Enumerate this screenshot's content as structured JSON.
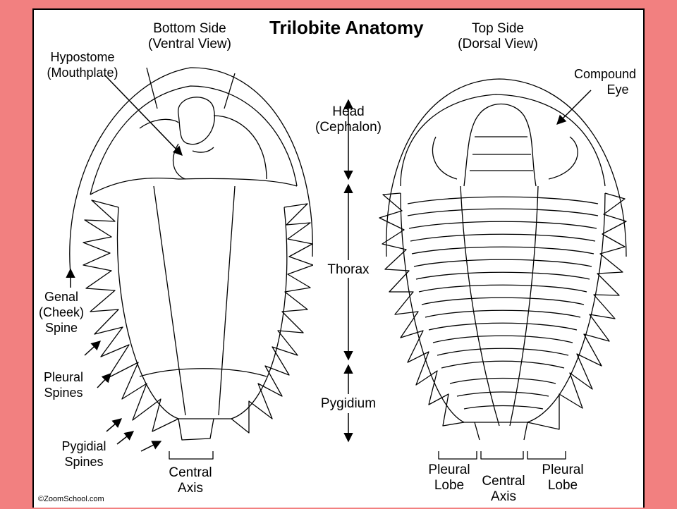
{
  "title": "Trilobite Anatomy",
  "bottom_side": {
    "line1": "Bottom Side",
    "line2": "(Ventral View)"
  },
  "top_side": {
    "line1": "Top Side",
    "line2": "(Dorsal View)"
  },
  "labels": {
    "hypostome": {
      "line1": "Hypostome",
      "line2": "(Mouthplate)"
    },
    "compound_eye": {
      "line1": "Compound",
      "line2": "Eye"
    },
    "head": {
      "line1": "Head",
      "line2": "(Cephalon)"
    },
    "thorax": "Thorax",
    "pygidium": "Pygidium",
    "genal_spine": {
      "line1": "Genal",
      "line2": "(Cheek)",
      "line3": "Spine"
    },
    "pleural_spines": {
      "line1": "Pleural",
      "line2": "Spines"
    },
    "pygidial_spines": {
      "line1": "Pygidial",
      "line2": "Spines"
    },
    "central_axis_left": {
      "line1": "Central",
      "line2": "Axis"
    },
    "pleural_lobe_left": {
      "line1": "Pleural",
      "line2": "Lobe"
    },
    "central_axis_right": {
      "line1": "Central",
      "line2": "Axis"
    },
    "pleural_lobe_right": {
      "line1": "Pleural",
      "line2": "Lobe"
    }
  },
  "credit": "©ZoomSchool.com",
  "colors": {
    "background": "#f28080",
    "panel": "#ffffff",
    "ink": "#000000"
  }
}
